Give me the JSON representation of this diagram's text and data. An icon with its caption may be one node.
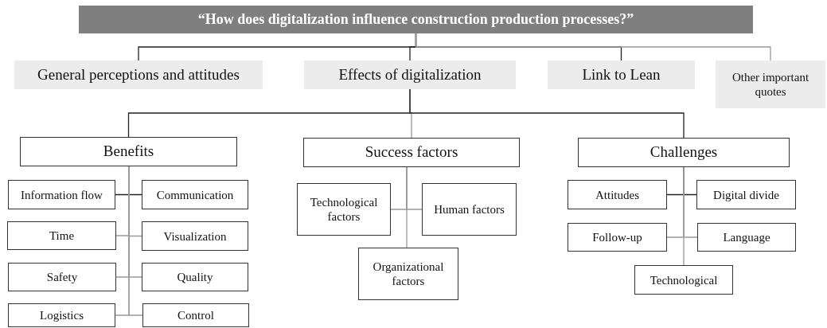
{
  "diagram": {
    "nodes": [
      {
        "text": [
          "“How does digitalization influence construction production processes?”"
        ]
      },
      {
        "text": [
          "General perceptions and attitudes"
        ]
      },
      {
        "text": [
          "Effects of digitalization"
        ]
      },
      {
        "text": [
          "Link to Lean"
        ]
      },
      {
        "text": [
          "Other important quotes"
        ]
      },
      {
        "text": [
          "Benefits"
        ]
      },
      {
        "text": [
          "Success factors"
        ]
      },
      {
        "text": [
          "Challenges"
        ]
      },
      {
        "text": [
          "Information flow"
        ]
      },
      {
        "text": [
          "Communication"
        ]
      },
      {
        "text": [
          "Time"
        ]
      },
      {
        "text": [
          "Visualization"
        ]
      },
      {
        "text": [
          "Safety"
        ]
      },
      {
        "text": [
          "Quality"
        ]
      },
      {
        "text": [
          "Logistics"
        ]
      },
      {
        "text": [
          "Control"
        ]
      },
      {
        "text": [
          "Technological factors"
        ]
      },
      {
        "text": [
          "Human factors"
        ]
      },
      {
        "text": [
          "Organizational factors"
        ]
      },
      {
        "text": [
          "Attitudes"
        ]
      },
      {
        "text": [
          "Digital divide"
        ]
      },
      {
        "text": [
          "Follow-up"
        ]
      },
      {
        "text": [
          "Language"
        ]
      },
      {
        "text": [
          "Technological"
        ]
      }
    ],
    "edges": [
      {
        "from": 0,
        "to": 1,
        "arrow": "none",
        "color": "#222222"
      },
      {
        "from": 0,
        "to": 2,
        "arrow": "none",
        "color": "#222222"
      },
      {
        "from": 0,
        "to": 3,
        "arrow": "none",
        "color": "#222222"
      },
      {
        "from": 0,
        "to": 4,
        "arrow": "none"
      },
      {
        "from": 2,
        "to": 5,
        "arrow": "none",
        "color": "#222222"
      },
      {
        "from": 2,
        "to": 6,
        "arrow": "none"
      },
      {
        "from": 2,
        "to": 7,
        "arrow": "none",
        "color": "#222222"
      },
      {
        "from": 5,
        "to": 8,
        "arrow": "none",
        "color": "#222222"
      },
      {
        "from": 5,
        "to": 9,
        "arrow": "none",
        "color": "#222222"
      },
      {
        "from": 5,
        "to": 10,
        "arrow": "none"
      },
      {
        "from": 5,
        "to": 11,
        "arrow": "none"
      },
      {
        "from": 5,
        "to": 12,
        "arrow": "none"
      },
      {
        "from": 5,
        "to": 13,
        "arrow": "none"
      },
      {
        "from": 5,
        "to": 14,
        "arrow": "none"
      },
      {
        "from": 5,
        "to": 15,
        "arrow": "none"
      },
      {
        "from": 6,
        "to": 16,
        "arrow": "none"
      },
      {
        "from": 6,
        "to": 17,
        "arrow": "none"
      },
      {
        "from": 6,
        "to": 18,
        "arrow": "none"
      },
      {
        "from": 7,
        "to": 19,
        "arrow": "none",
        "color": "#222222"
      },
      {
        "from": 7,
        "to": 20,
        "arrow": "none",
        "color": "#222222"
      },
      {
        "from": 7,
        "to": 21,
        "arrow": "none"
      },
      {
        "from": 7,
        "to": 22,
        "arrow": "none"
      },
      {
        "from": 7,
        "to": 23,
        "arrow": "none"
      }
    ]
  }
}
